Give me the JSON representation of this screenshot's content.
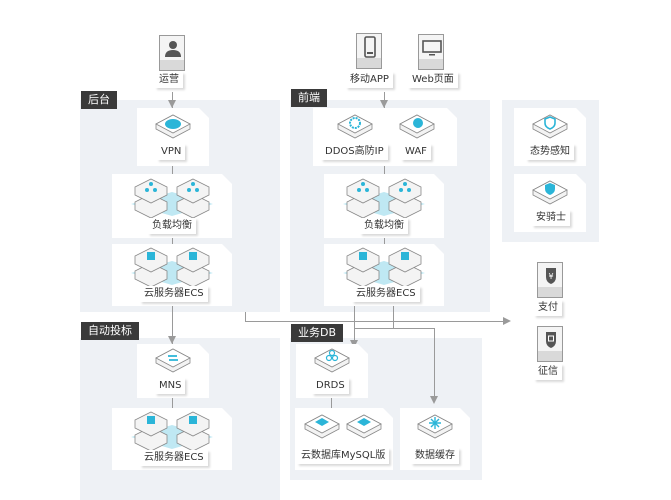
{
  "colors": {
    "accent": "#2bb5d8",
    "accent_light": "#bfe8f3",
    "panel_bg": "#eef1f5",
    "tag_bg": "#3a3a3a",
    "line": "#9a9a9a",
    "icon_gray": "#555555"
  },
  "clients": {
    "ops": {
      "label": "运营",
      "icon": "user-icon"
    },
    "mobile": {
      "label": "移动APP",
      "icon": "mobile-phone-icon"
    },
    "web": {
      "label": "Web页面",
      "icon": "monitor-icon"
    }
  },
  "groups": {
    "backend": {
      "tag": "后台",
      "nodes": [
        {
          "label": "VPN",
          "icon": "vpn-cloud-icon"
        },
        {
          "label": "负载均衡",
          "icon": "load-balancer-icon"
        },
        {
          "label": "云服务器ECS",
          "icon": "ecs-server-icon"
        }
      ]
    },
    "frontend": {
      "tag": "前端",
      "nodes": [
        {
          "label": "DDOS高防IP",
          "icon": "ddos-gear-icon"
        },
        {
          "label": "WAF",
          "icon": "waf-shield-icon"
        },
        {
          "label": "负载均衡",
          "icon": "load-balancer-icon"
        },
        {
          "label": "云服务器ECS",
          "icon": "ecs-server-icon"
        }
      ]
    },
    "security": {
      "nodes": [
        {
          "label": "态势感知",
          "icon": "situation-awareness-icon"
        },
        {
          "label": "安骑士",
          "icon": "aegis-shield-icon"
        }
      ]
    },
    "external": {
      "nodes": [
        {
          "label": "支付",
          "icon": "yen-payment-icon"
        },
        {
          "label": "征信",
          "icon": "credit-badge-icon"
        }
      ]
    },
    "auto_bid": {
      "tag": "自动投标",
      "nodes": [
        {
          "label": "MNS",
          "icon": "mns-sync-icon"
        },
        {
          "label": "云服务器ECS",
          "icon": "ecs-server-icon"
        }
      ]
    },
    "business_db": {
      "tag": "业务DB",
      "nodes": [
        {
          "label": "DRDS",
          "icon": "drds-cluster-icon"
        },
        {
          "label": "云数据库MySQL版",
          "icon": "mysql-db-icon"
        },
        {
          "label": "数据缓存",
          "icon": "cache-burst-icon"
        }
      ]
    }
  }
}
